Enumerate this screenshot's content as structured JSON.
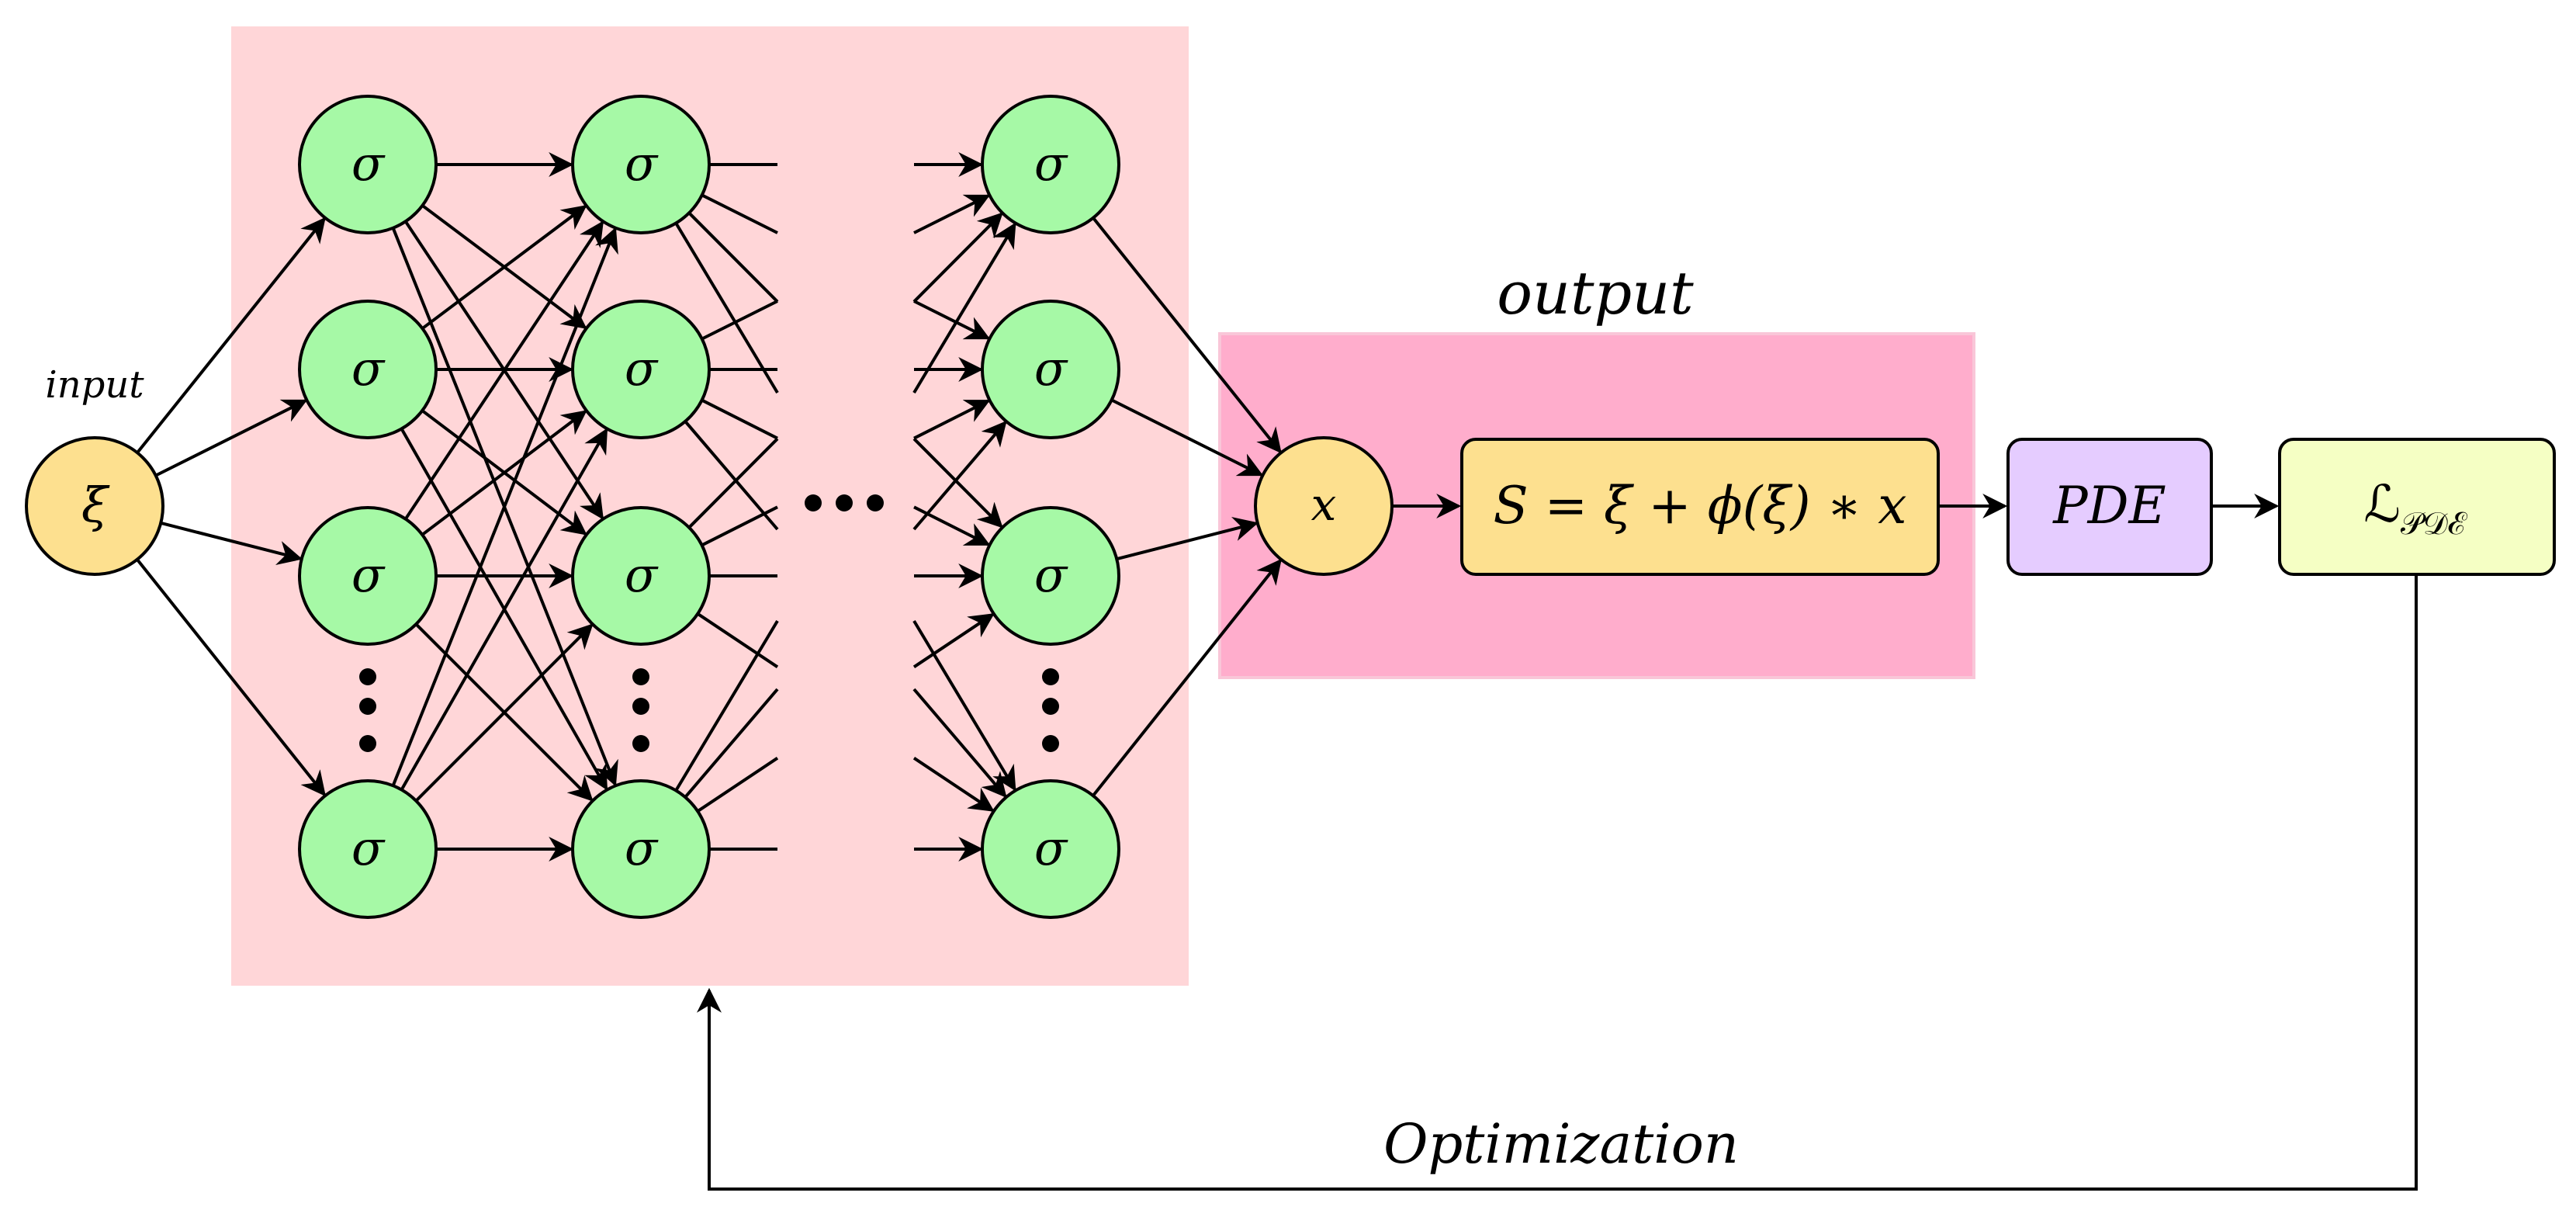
{
  "colors": {
    "network_panel": "#ffd6d8",
    "output_panel": "#ffadcc",
    "neuron_fill": "#a6f9a6",
    "io_fill": "#fde08f",
    "equation_fill": "#fde08f",
    "pde_fill": "#e5ccff",
    "loss_fill": "#f5ffc4",
    "stroke": "#000000"
  },
  "input": {
    "label": "input",
    "symbol": "ξ"
  },
  "network": {
    "neuron_symbol": "σ",
    "ellipsis_icon": "horizontal-ellipsis",
    "vertical_ellipsis_icon": "vertical-ellipsis"
  },
  "output": {
    "title": "output",
    "symbol": "x",
    "equation": "S = ξ + ϕ(ξ) ∗ x"
  },
  "pde": {
    "label": "PDE"
  },
  "loss": {
    "main": "ℒ",
    "subscript": "𝒫𝒟ℰ"
  },
  "feedback": {
    "label": "Optimization"
  }
}
